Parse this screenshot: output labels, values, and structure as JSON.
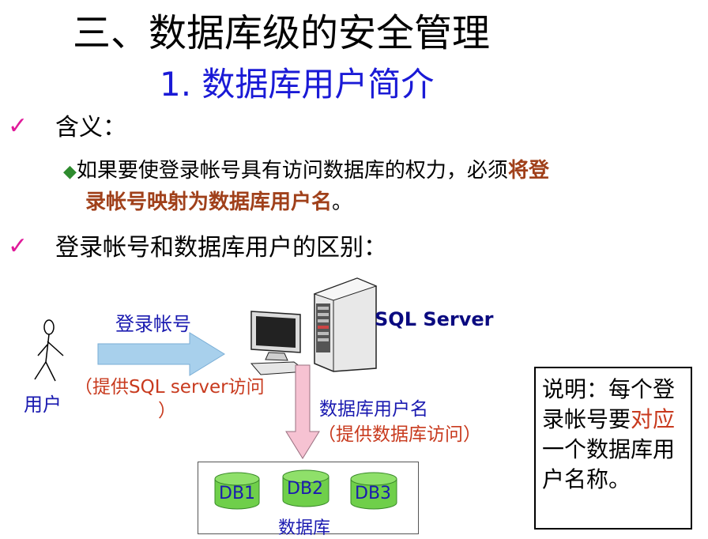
{
  "title": "三、数据库级的安全管理",
  "subtitle": "1. 数据库用户简介",
  "bullet1": {
    "heading": "含义：",
    "text_plain": "如果要使登录帐号具有访问数据库的权力，必须",
    "text_highlight_line1": "将登",
    "text_highlight_line2": "录帐号映射为数据库用户名",
    "text_end": "。"
  },
  "bullet2": {
    "heading": "登录帐号和数据库用户的区别："
  },
  "diagram": {
    "login_account_label": "登录帐号",
    "sql_access_note_line1": "（提供SQL server访问",
    "sql_access_note_line2": "）",
    "user_label": "用户",
    "server_label": "SQL Server",
    "db_user_label": "数据库用户名",
    "db_access_note": "（提供数据库访问）",
    "databases": [
      "DB1",
      "DB2",
      "DB3"
    ],
    "database_group_label": "数据库"
  },
  "note": {
    "prefix": "说明：每个登录帐号要",
    "highlight": "对应",
    "suffix": "一个数据库用户名称。"
  },
  "colors": {
    "title": "#000000",
    "subtitle": "#1a1ad6",
    "check": "#e01a9a",
    "highlight": "#a0401a",
    "diamond": "#2e8b2e",
    "blue_arrow": "#9fc9ea",
    "pink_arrow": "#f4c0d0",
    "db_fill": "#6fcf4a",
    "note_highlight": "#c83a1e"
  }
}
